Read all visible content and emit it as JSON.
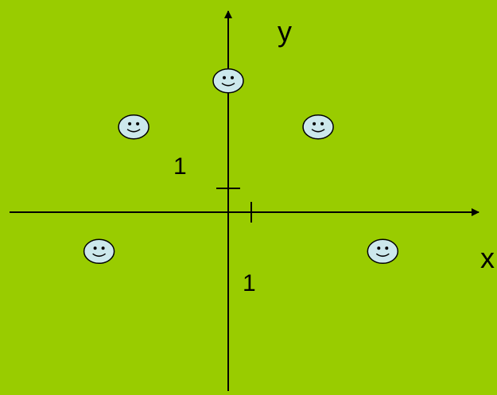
{
  "colors": {
    "background": "#99cc00",
    "axis": "#000000",
    "face_fill": "#cce8ec",
    "face_stroke": "#000000"
  },
  "diagram": {
    "axis_labels": {
      "x": "x",
      "y": "y"
    },
    "tick_labels": {
      "y_unit": "1",
      "x_unit": "1"
    },
    "figure_icon": "smiley-face-icon",
    "points": [
      {
        "name": "top",
        "x": 0,
        "y": 5.7
      },
      {
        "name": "upper-left",
        "x": -4.1,
        "y": 3.7
      },
      {
        "name": "upper-right",
        "x": 3.9,
        "y": 3.7
      },
      {
        "name": "lower-left",
        "x": -5.6,
        "y": -1.7
      },
      {
        "name": "lower-right",
        "x": 6.7,
        "y": -1.7
      }
    ]
  }
}
